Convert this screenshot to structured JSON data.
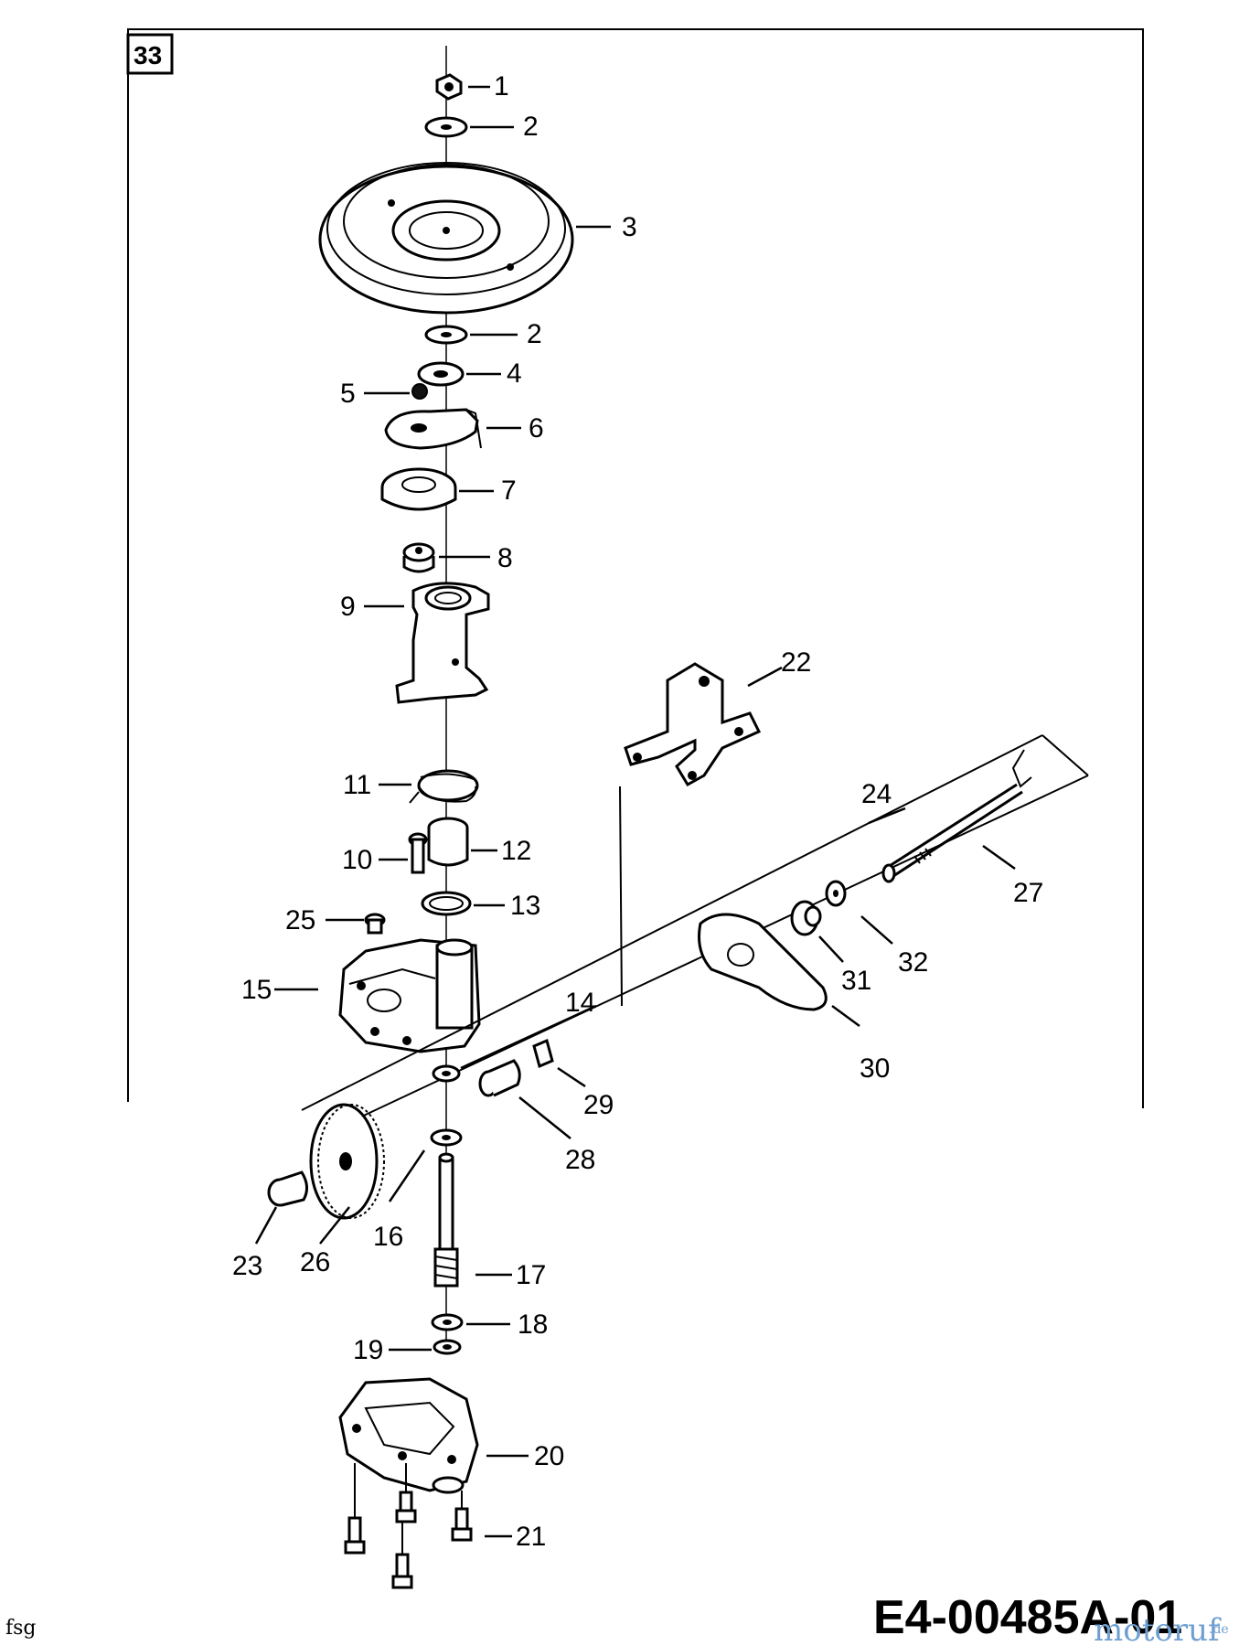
{
  "section_number": "33",
  "reference_code": "E4-00485A-01",
  "corner_note": "fsg",
  "watermark": "motoruf",
  "watermark_suffix": ".de",
  "callouts": [
    {
      "id": "c1",
      "text": "1"
    },
    {
      "id": "c2a",
      "text": "2"
    },
    {
      "id": "c3",
      "text": "3"
    },
    {
      "id": "c2b",
      "text": "2"
    },
    {
      "id": "c4",
      "text": "4"
    },
    {
      "id": "c5",
      "text": "5"
    },
    {
      "id": "c6",
      "text": "6"
    },
    {
      "id": "c7",
      "text": "7"
    },
    {
      "id": "c8",
      "text": "8"
    },
    {
      "id": "c9",
      "text": "9"
    },
    {
      "id": "c22",
      "text": "22"
    },
    {
      "id": "c11",
      "text": "11"
    },
    {
      "id": "c24",
      "text": "24"
    },
    {
      "id": "c10",
      "text": "10"
    },
    {
      "id": "c12",
      "text": "12"
    },
    {
      "id": "c27",
      "text": "27"
    },
    {
      "id": "c13",
      "text": "13"
    },
    {
      "id": "c25",
      "text": "25"
    },
    {
      "id": "c32",
      "text": "32"
    },
    {
      "id": "c31",
      "text": "31"
    },
    {
      "id": "c15",
      "text": "15"
    },
    {
      "id": "c14",
      "text": "14"
    },
    {
      "id": "c30",
      "text": "30"
    },
    {
      "id": "c29",
      "text": "29"
    },
    {
      "id": "c28",
      "text": "28"
    },
    {
      "id": "c16",
      "text": "16"
    },
    {
      "id": "c23",
      "text": "23"
    },
    {
      "id": "c26",
      "text": "26"
    },
    {
      "id": "c17",
      "text": "17"
    },
    {
      "id": "c18",
      "text": "18"
    },
    {
      "id": "c19",
      "text": "19"
    },
    {
      "id": "c20",
      "text": "20"
    },
    {
      "id": "c21",
      "text": "21"
    }
  ]
}
